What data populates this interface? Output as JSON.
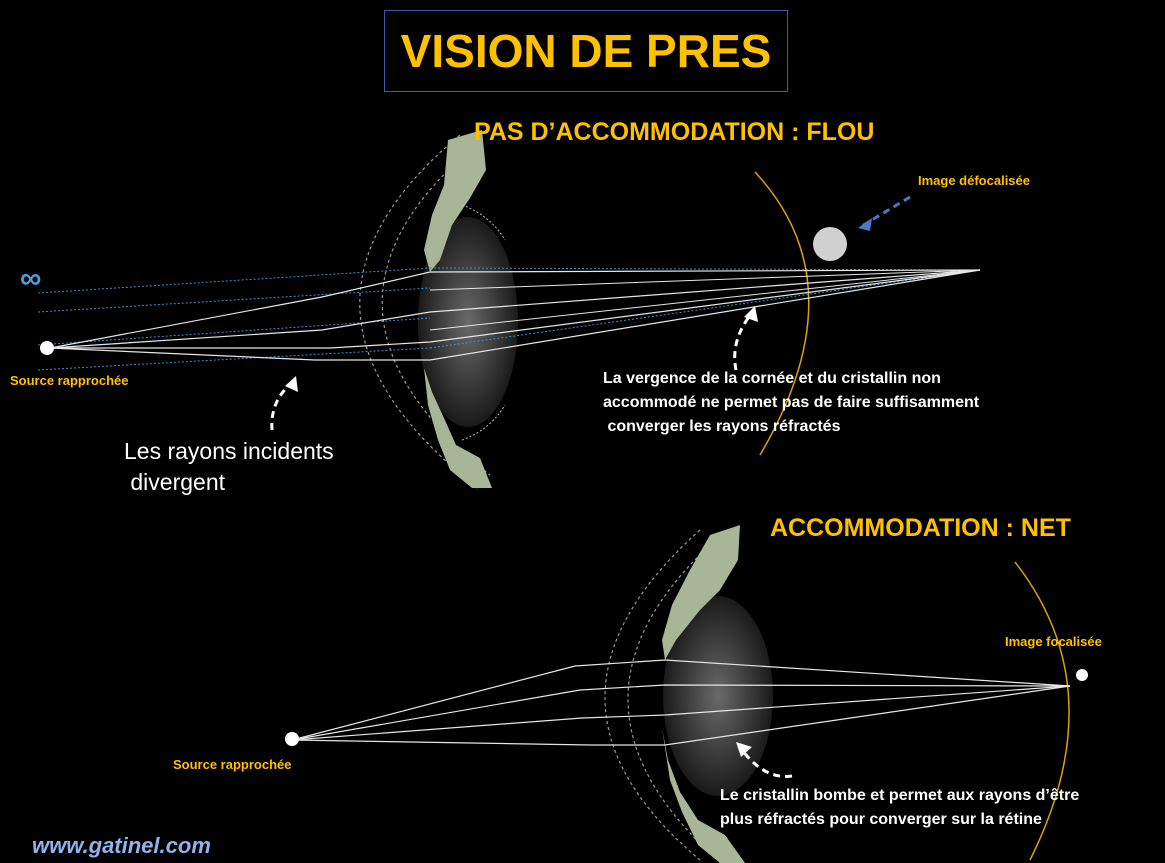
{
  "title": "VISION DE PRES",
  "top_panel": {
    "heading": "PAS D’ACCOMMODATION : FLOU",
    "infinity_symbol": "∞",
    "source_label": "Source rapprochée",
    "image_label": "Image  défocalisée",
    "incident_caption": "Les rayons incidents\n divergent",
    "vergence_caption": "La vergence de la cornée et du cristallin non\naccommodé ne permet pas de faire suffisamment\n converger les rayons réfractés"
  },
  "bottom_panel": {
    "heading": "ACCOMMODATION : NET",
    "source_label": "Source rapprochée",
    "image_label": "Image focalisée",
    "lens_caption": "Le cristallin bombe et permet aux rayons d’être\nplus réfractés pour converger sur la rétine"
  },
  "website": "www.gatinel.com",
  "colors": {
    "background": "#000000",
    "accent_orange": "#ffc000",
    "ray_white": "#e6e6e6",
    "ray_blue": "#3c8fc9",
    "iris_green": "#a8b596",
    "arrow_blue": "#4a79c4"
  }
}
